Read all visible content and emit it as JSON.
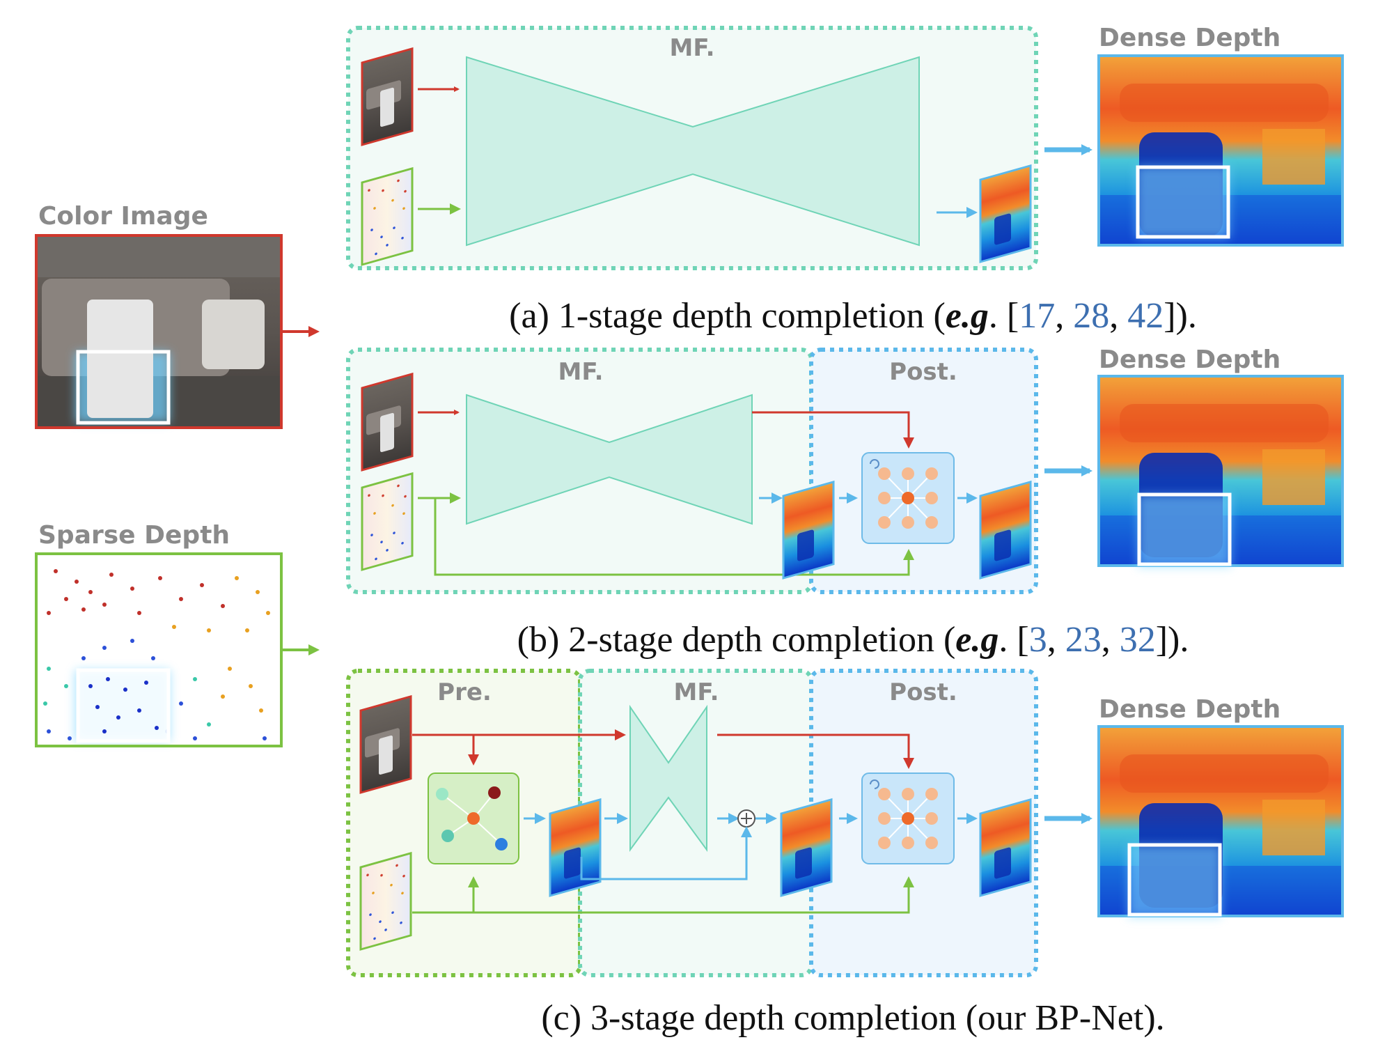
{
  "colors": {
    "red": "#d0382d",
    "green": "#7cc242",
    "blue": "#5bb8ea",
    "teal": "#6fd4b6",
    "teal_fill": "#cdf0e6",
    "mf_bg": "#f2faf7",
    "post_bg": "#eef6fd",
    "pre_bg": "#f5faef",
    "gray_label": "#8a8a8a"
  },
  "inputs": {
    "color_image_label": "Color Image",
    "sparse_depth_label": "Sparse Depth"
  },
  "output_label": "Dense Depth",
  "stage_labels": {
    "mf": "MF.",
    "post": "Post.",
    "pre": "Pre."
  },
  "captions": {
    "a": {
      "prefix": "(a) 1-stage depth completion (",
      "eg": "e.g",
      "dot": ". [",
      "refs": [
        "17",
        "28",
        "42"
      ],
      "suffix": "])."
    },
    "b": {
      "prefix": "(b) 2-stage depth completion (",
      "eg": "e.g",
      "dot": ". [",
      "refs": [
        "3",
        "23",
        "32"
      ],
      "suffix": "])."
    },
    "c": {
      "text": "(c) 3-stage depth completion (our BP-Net)."
    }
  },
  "sep": ", "
}
